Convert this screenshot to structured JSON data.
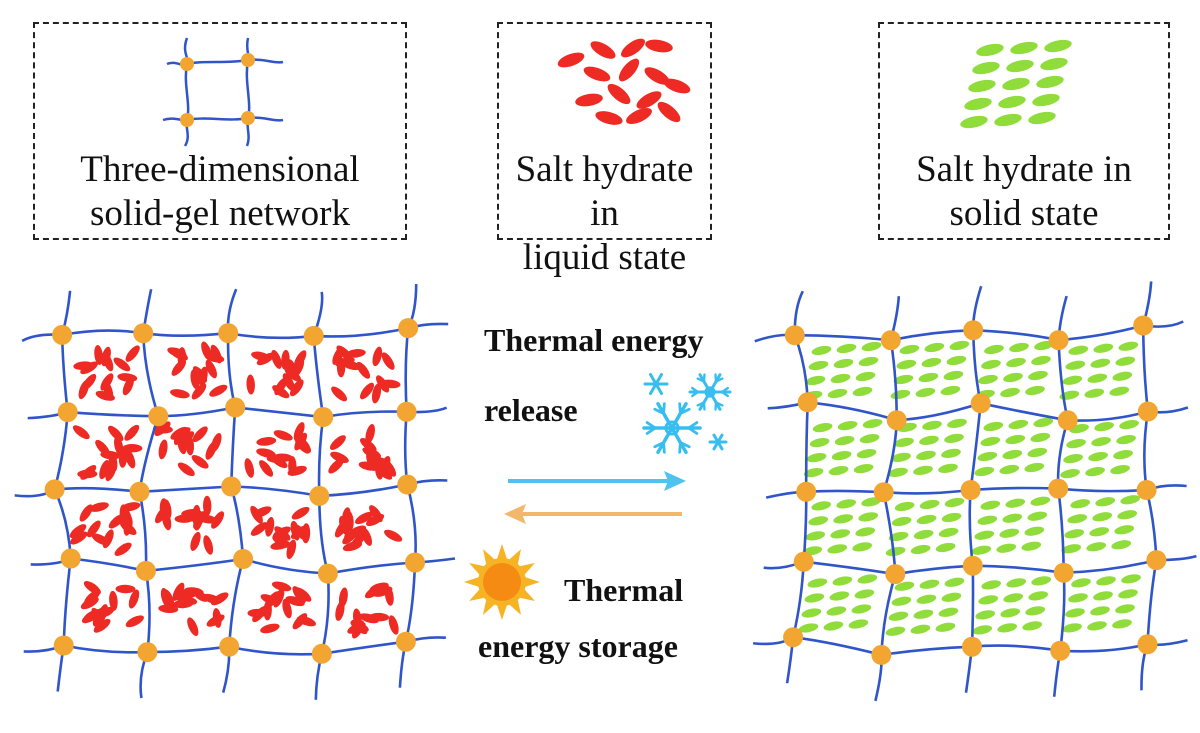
{
  "legend": {
    "network": {
      "line1": "Three-dimensional",
      "line2": "solid-gel network"
    },
    "liquid": {
      "line1": "Salt hydrate in",
      "line2": "liquid state"
    },
    "solid": {
      "line1": "Salt hydrate in",
      "line2": "solid state"
    }
  },
  "process": {
    "release_line1": "Thermal energy",
    "release_line2": "release",
    "storage_line1": "Thermal",
    "storage_line2": "energy storage"
  },
  "colors": {
    "network_line": "#2f55c8",
    "node": "#f2a531",
    "liquid_particle": "#ee2a24",
    "solid_particle": "#8fdc3a",
    "release_arrow": "#4fc3ee",
    "storage_arrow": "#f2b76a",
    "snowflake": "#38bdf0",
    "sun_core": "#f58b12",
    "sun_rays": "#f6b324"
  },
  "icons": {
    "release": "snowflake-icon",
    "storage": "sun-icon"
  }
}
